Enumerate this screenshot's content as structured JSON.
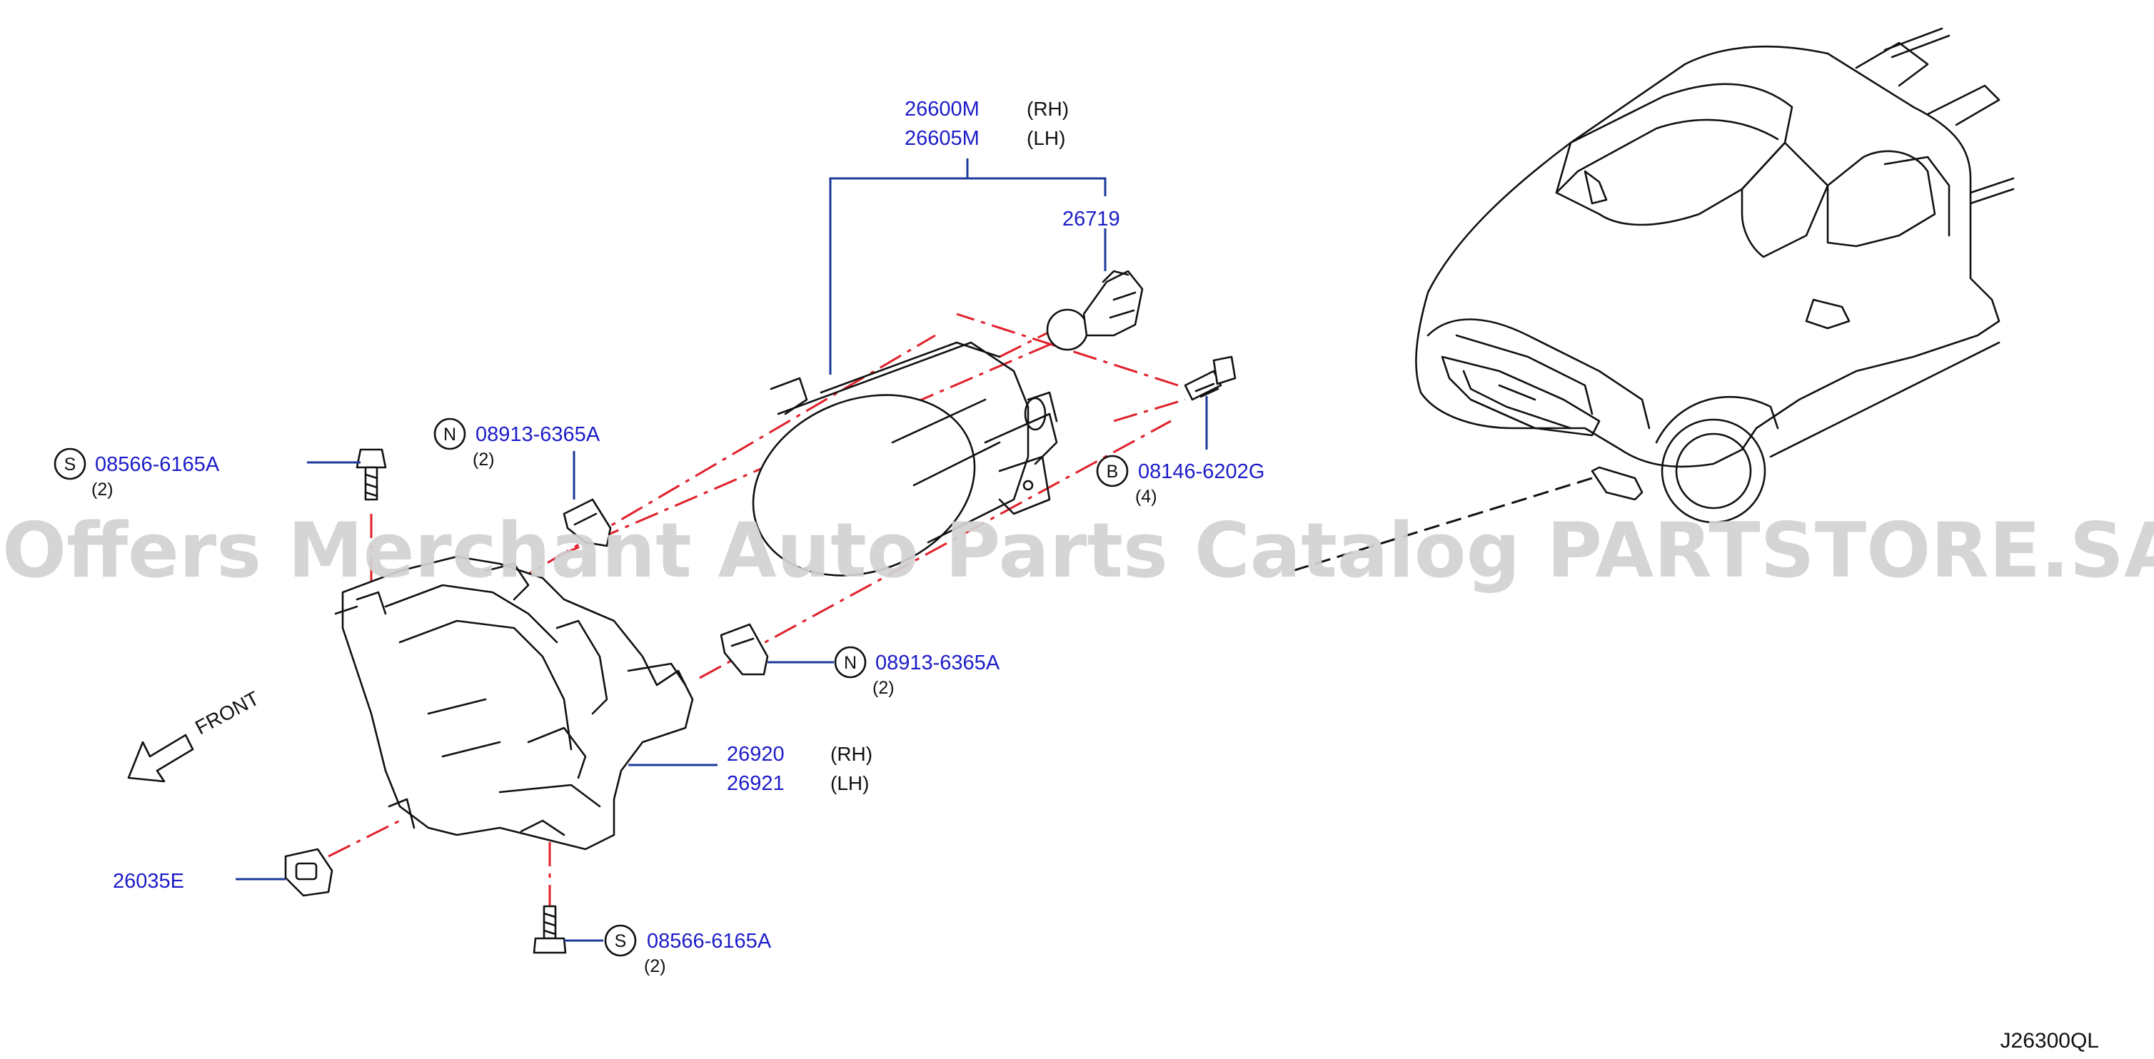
{
  "watermark": "Offers Merchant Auto Parts Catalog PARTSTORE.SA",
  "diagram_code": "J26300QL",
  "front_label": "FRONT",
  "labels": {
    "fog_lamp": [
      {
        "part": "26600M",
        "side": "(RH)"
      },
      {
        "part": "26605M",
        "side": "(LH)"
      }
    ],
    "bulb": {
      "part": "26719"
    },
    "clip_top": {
      "circle": "N",
      "part": "08913-6365A",
      "qty": "(2)"
    },
    "clip_mid": {
      "circle": "N",
      "part": "08913-6365A",
      "qty": "(2)"
    },
    "screw_left": {
      "circle": "S",
      "part": "08566-6165A",
      "qty": "(2)"
    },
    "screw_bottom": {
      "circle": "S",
      "part": "08566-6165A",
      "qty": "(2)"
    },
    "bolt": {
      "circle": "B",
      "part": "08146-6202G",
      "qty": "(4)"
    },
    "bracket": [
      {
        "part": "26920",
        "side": "(RH)"
      },
      {
        "part": "26921",
        "side": "(LH)"
      }
    ],
    "grommet": {
      "part": "26035E"
    }
  }
}
